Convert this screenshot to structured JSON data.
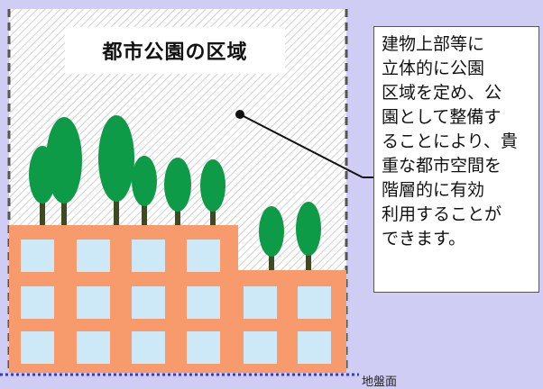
{
  "title": "都市公園の区域",
  "description_lines": [
    "建物上部等に",
    "立体的に公園",
    "区域を定め、公",
    "園として整備す",
    "ることにより、貴",
    "重な都市空間を",
    "階層的に有効",
    "利用することが",
    "できます。"
  ],
  "ground_label": "地盤面",
  "colors": {
    "background": "#cfcdf3",
    "park_area_hatch": "#c8c8c8",
    "building": "#f79a6c",
    "window": "#cde9f7",
    "tree_crown": "#0e9b47",
    "tree_trunk": "#3d4a22",
    "boundary_dash": "#555555"
  },
  "icons": [
    "tree-icon",
    "building",
    "pointer-line"
  ]
}
